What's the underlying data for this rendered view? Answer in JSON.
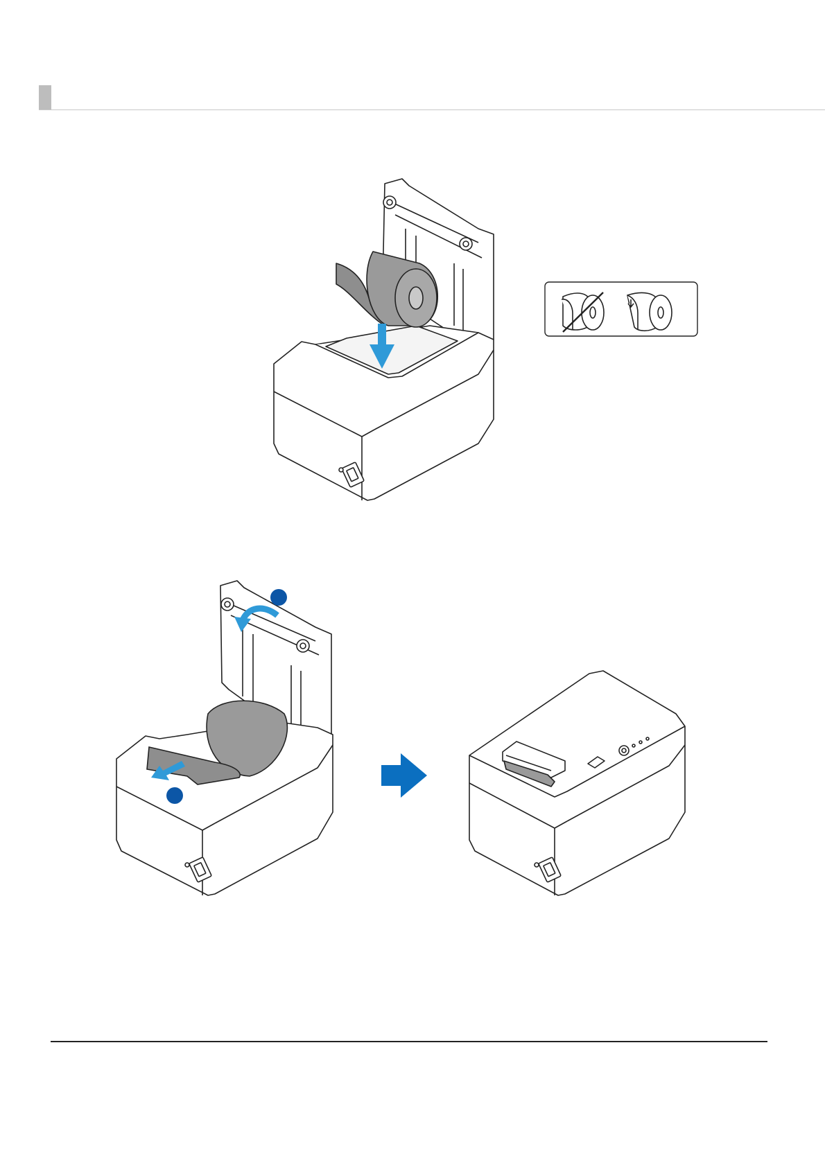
{
  "page": {
    "header": {
      "marker_color": "#bdbdbd",
      "rule_color": "#c8c8c8"
    },
    "figures": [
      {
        "name": "load-paper-roll",
        "icons": [
          "printer-open-icon",
          "paper-roll-icon",
          "down-arrow-icon"
        ]
      },
      {
        "name": "roll-orientation-inset",
        "icons": [
          "roll-wrong-icon",
          "roll-correct-icon"
        ]
      },
      {
        "name": "pull-paper-close-cover",
        "icons": [
          "printer-open-icon",
          "callout-dot-icon",
          "curved-arrow-icon",
          "pull-arrow-icon"
        ]
      },
      {
        "name": "next-step-arrow",
        "icons": [
          "right-arrow-icon"
        ]
      },
      {
        "name": "printer-closed",
        "icons": [
          "printer-closed-icon"
        ]
      }
    ],
    "colors": {
      "line": "#222222",
      "paper": "#9e9e9e",
      "arrow_light": "#2f9ad8",
      "arrow_dark": "#0b6fc0",
      "callout": "#0c56a6"
    }
  }
}
